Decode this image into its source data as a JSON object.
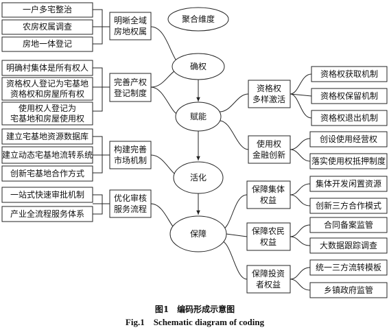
{
  "diagram": {
    "header": "聚合维度",
    "core": [
      "确权",
      "赋能",
      "活化",
      "保障"
    ],
    "left_groups": [
      {
        "category": [
          "明晰全域",
          "房地权属"
        ],
        "items": [
          [
            "一户多宅整治"
          ],
          [
            "农房权属调查"
          ],
          [
            "房地一体登记"
          ]
        ]
      },
      {
        "category": [
          "完善产权",
          "登记制度"
        ],
        "items": [
          [
            "明确村集体是所有权人"
          ],
          [
            "资格权人登记为宅基地",
            "资格权和房屋所有权"
          ],
          [
            "使用权人登记为",
            "宅基地和房屋使用权"
          ]
        ]
      },
      {
        "category": [
          "构建完善",
          "市场机制"
        ],
        "items": [
          [
            "建立宅基地资源数据库"
          ],
          [
            "建立动态宅基地流转系统"
          ],
          [
            "创新宅基地合作方式"
          ]
        ]
      },
      {
        "category": [
          "优化审核",
          "服务流程"
        ],
        "items": [
          [
            "一站式快速审批机制"
          ],
          [
            "产业全流程服务体系"
          ]
        ]
      }
    ],
    "right_groups": [
      {
        "category": [
          "资格权",
          "多样激活"
        ],
        "items": [
          [
            "资格权获取机制"
          ],
          [
            "资格权保留机制"
          ],
          [
            "资格权退出机制"
          ]
        ]
      },
      {
        "category": [
          "使用权",
          "金融创新"
        ],
        "items": [
          [
            "创设使用经营权"
          ],
          [
            "落实使用权抵押制度"
          ]
        ]
      },
      {
        "category": [
          "保障集体",
          "权益"
        ],
        "items": [
          [
            "集体开发闲置资源"
          ],
          [
            "创新三方合作模式"
          ]
        ]
      },
      {
        "category": [
          "保障农民",
          "权益"
        ],
        "items": [
          [
            "合同备案监管"
          ],
          [
            "大数据跟踪调查"
          ]
        ]
      },
      {
        "category": [
          "保障投资",
          "者权益"
        ],
        "items": [
          [
            "统一三方流转模板"
          ],
          [
            "乡镇政府监管"
          ]
        ]
      }
    ]
  },
  "caption": {
    "zh": "图1　编码形成示意图",
    "en": "Fig.1　Schematic diagram of coding"
  }
}
